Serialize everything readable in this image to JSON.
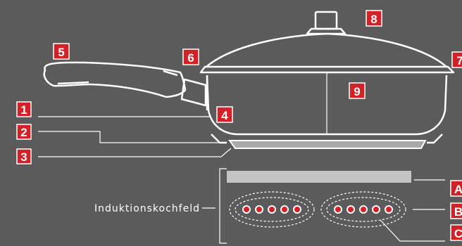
{
  "colors": {
    "background": "#5b5b5b",
    "outline": "#ffffff",
    "badge": "#d42027",
    "hob_bar": "#c4c4c4",
    "base_plate": "#a9a9a9"
  },
  "badges": {
    "b1": "1",
    "b2": "2",
    "b3": "3",
    "b4": "4",
    "b5": "5",
    "b6": "6",
    "b7": "7",
    "b8": "8",
    "b9": "9",
    "bA": "A",
    "bB": "B",
    "bC": "C"
  },
  "cooktop": {
    "label": "Induktionskochfeld"
  }
}
